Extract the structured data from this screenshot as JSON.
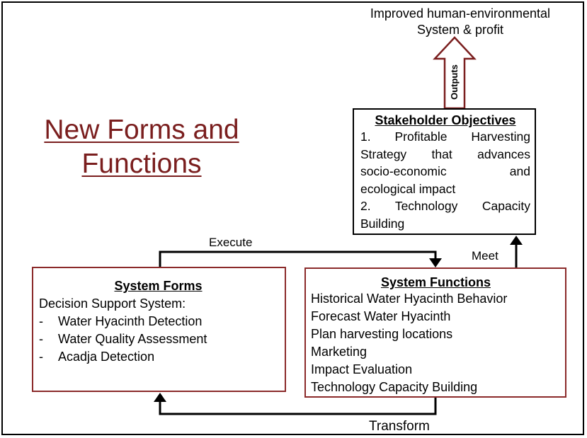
{
  "outputs": {
    "line1": "Improved human-environmental",
    "line2": "System & profit",
    "arrow_label": "Outputs"
  },
  "title": {
    "line1": "New Forms and",
    "line2": "Functions"
  },
  "stakeholder": {
    "title": "Stakeholder Objectives",
    "lines": [
      "1. Profitable Harvesting",
      "Strategy that advances",
      "socio-economic and",
      "ecological impact",
      "2. Technology Capacity",
      "Building"
    ]
  },
  "system_forms": {
    "title": "System Forms",
    "intro": "Decision Support System:",
    "items": [
      "Water Hyacinth Detection",
      "Water Quality Assessment",
      "Acadja Detection"
    ]
  },
  "system_functions": {
    "title": "System Functions",
    "items": [
      "Historical Water Hyacinth Behavior",
      "Forecast Water Hyacinth",
      "Plan harvesting locations",
      "Marketing",
      "Impact Evaluation",
      "Technology Capacity Building"
    ]
  },
  "connectors": {
    "execute": "Execute",
    "meet": "Meet",
    "transform": "Transform"
  },
  "colors": {
    "title_red": "#7a1e1e",
    "box_border_red": "#8b2a2a",
    "outputs_arrow": "#7a1e1e"
  }
}
